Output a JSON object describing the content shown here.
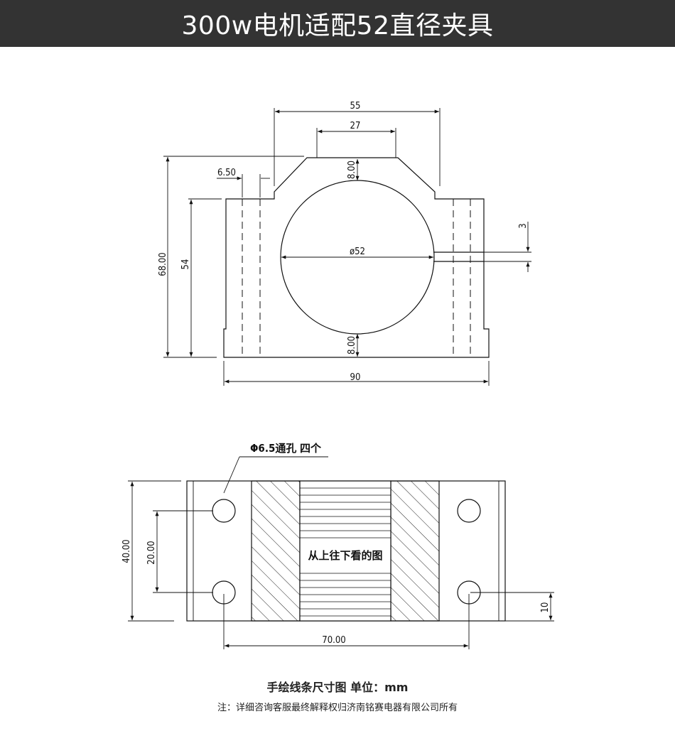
{
  "header": {
    "title": "300w电机适配52直径夹具"
  },
  "front_view": {
    "dims": {
      "w55": "55",
      "w27": "27",
      "t8_top": "8.00",
      "t650": "6.50",
      "h68": "68.00",
      "h54": "54",
      "dia52": "ø52",
      "gap3": "3",
      "t8_bottom": "8.00",
      "w90": "90"
    }
  },
  "top_view": {
    "hole_callout": "Φ6.5通孔 四个",
    "view_label": "从上往下看的图",
    "dims": {
      "h40": "40.00",
      "h20": "20.00",
      "w70": "70.00",
      "off10": "10"
    }
  },
  "captions": {
    "main": "手绘线条尺寸图  单位：mm",
    "note": "注：详细咨询客服最终解释权归济南铭赛电器有限公司所有"
  }
}
